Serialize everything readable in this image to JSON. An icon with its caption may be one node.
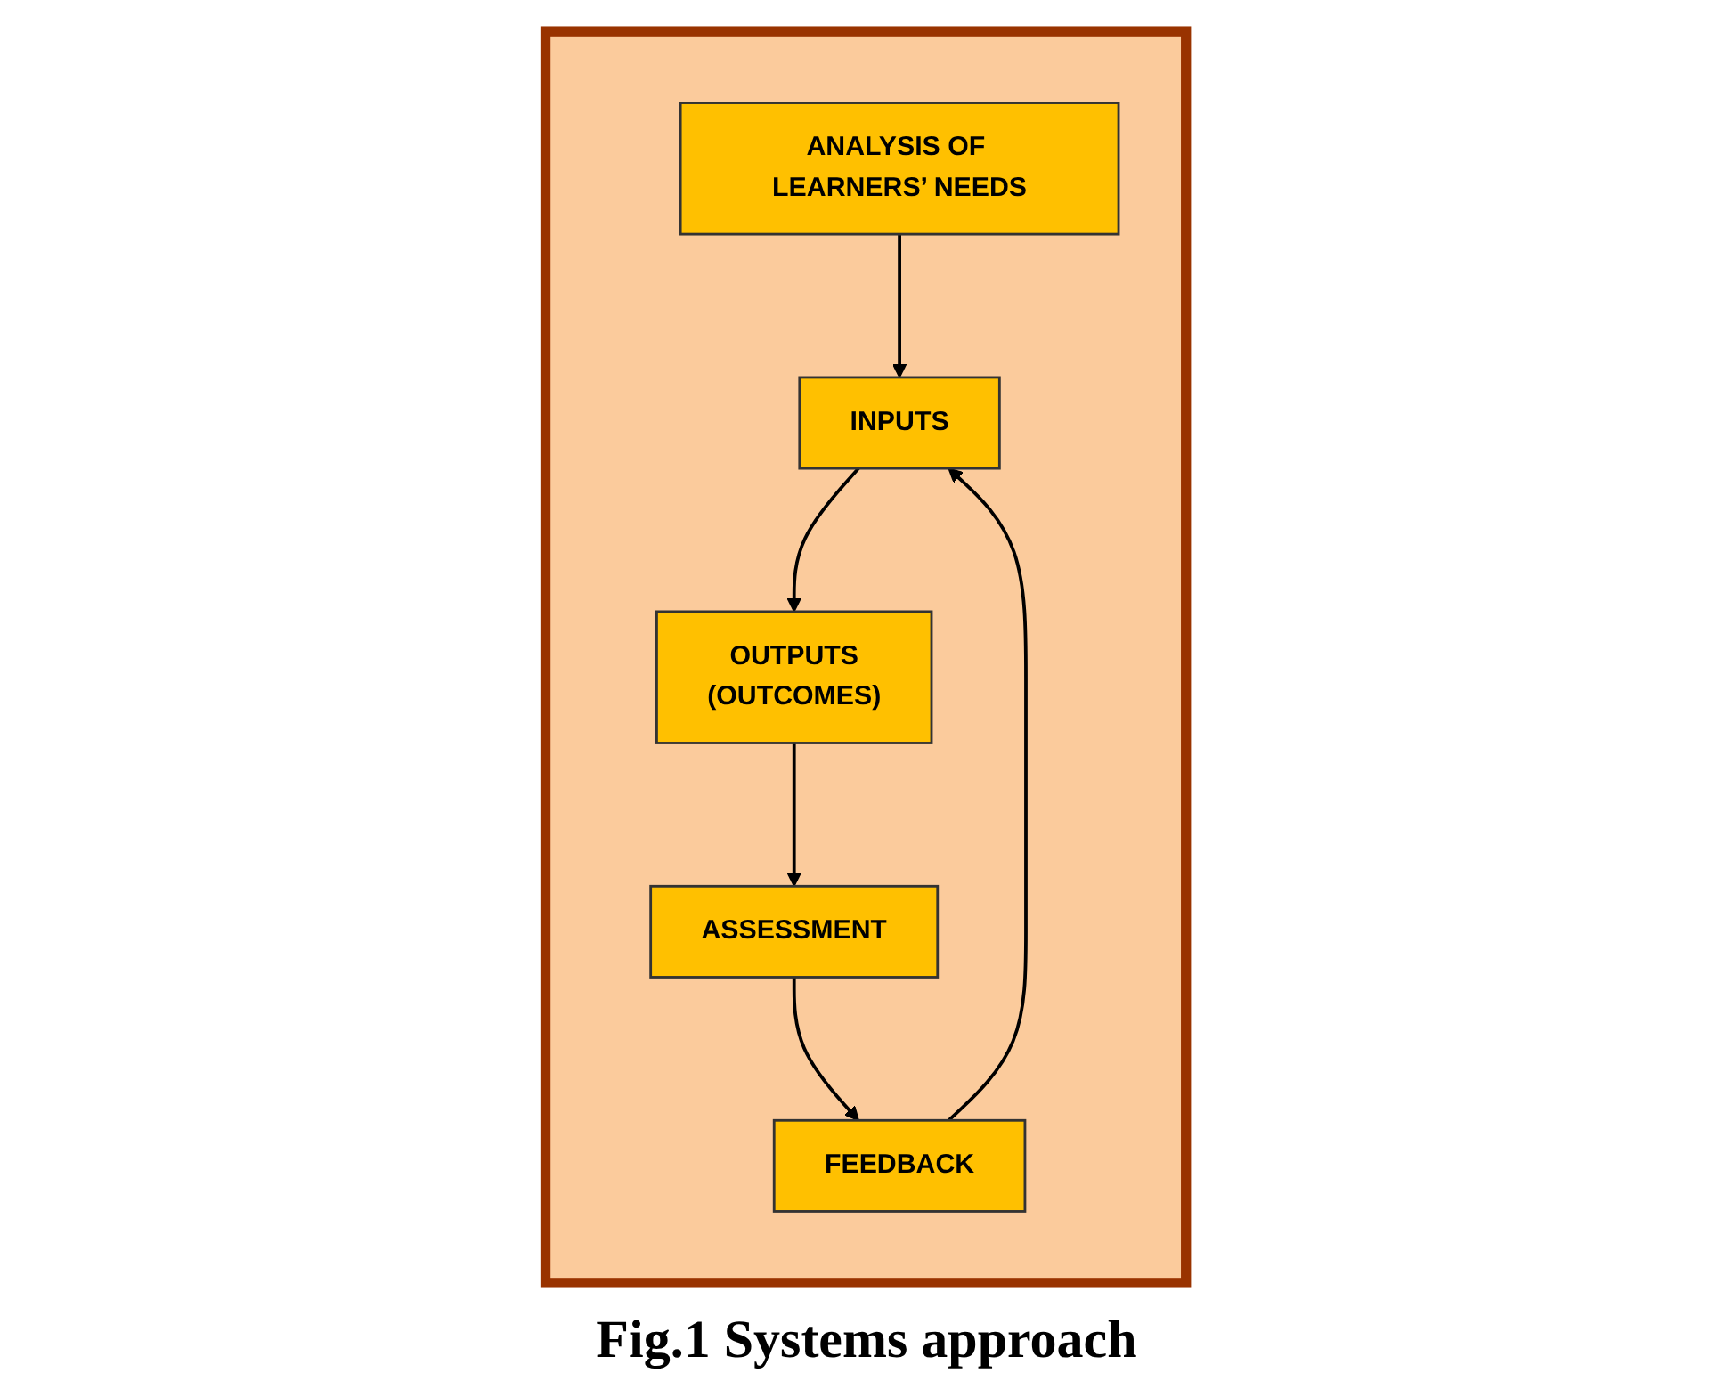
{
  "diagram": {
    "caption": "Fig.1 Systems approach",
    "nodes": [
      {
        "text": [],
        "shape": "box"
      },
      {
        "text": [
          "ANALYSIS OF LEARNERS’ NEEDS"
        ],
        "in": 0
      },
      {
        "text": [
          "INPUTS"
        ],
        "in": 0
      },
      {
        "text": [
          "OUTPUTS",
          "(OUTCOMES)"
        ],
        "in": 0
      },
      {
        "text": [
          "ASSESSMENT"
        ],
        "in": 0
      },
      {
        "text": [
          "FEEDBACK"
        ],
        "in": 0
      }
    ],
    "edges": [
      {
        "from": 1,
        "to": 2,
        "arrow": "to"
      },
      {
        "from": 2,
        "to": 3,
        "arrow": "to"
      },
      {
        "from": 3,
        "to": 4,
        "arrow": "to"
      },
      {
        "from": 4,
        "to": 5,
        "arrow": "to"
      },
      {
        "from": 5,
        "to": 2,
        "arrow": "to"
      }
    ]
  }
}
